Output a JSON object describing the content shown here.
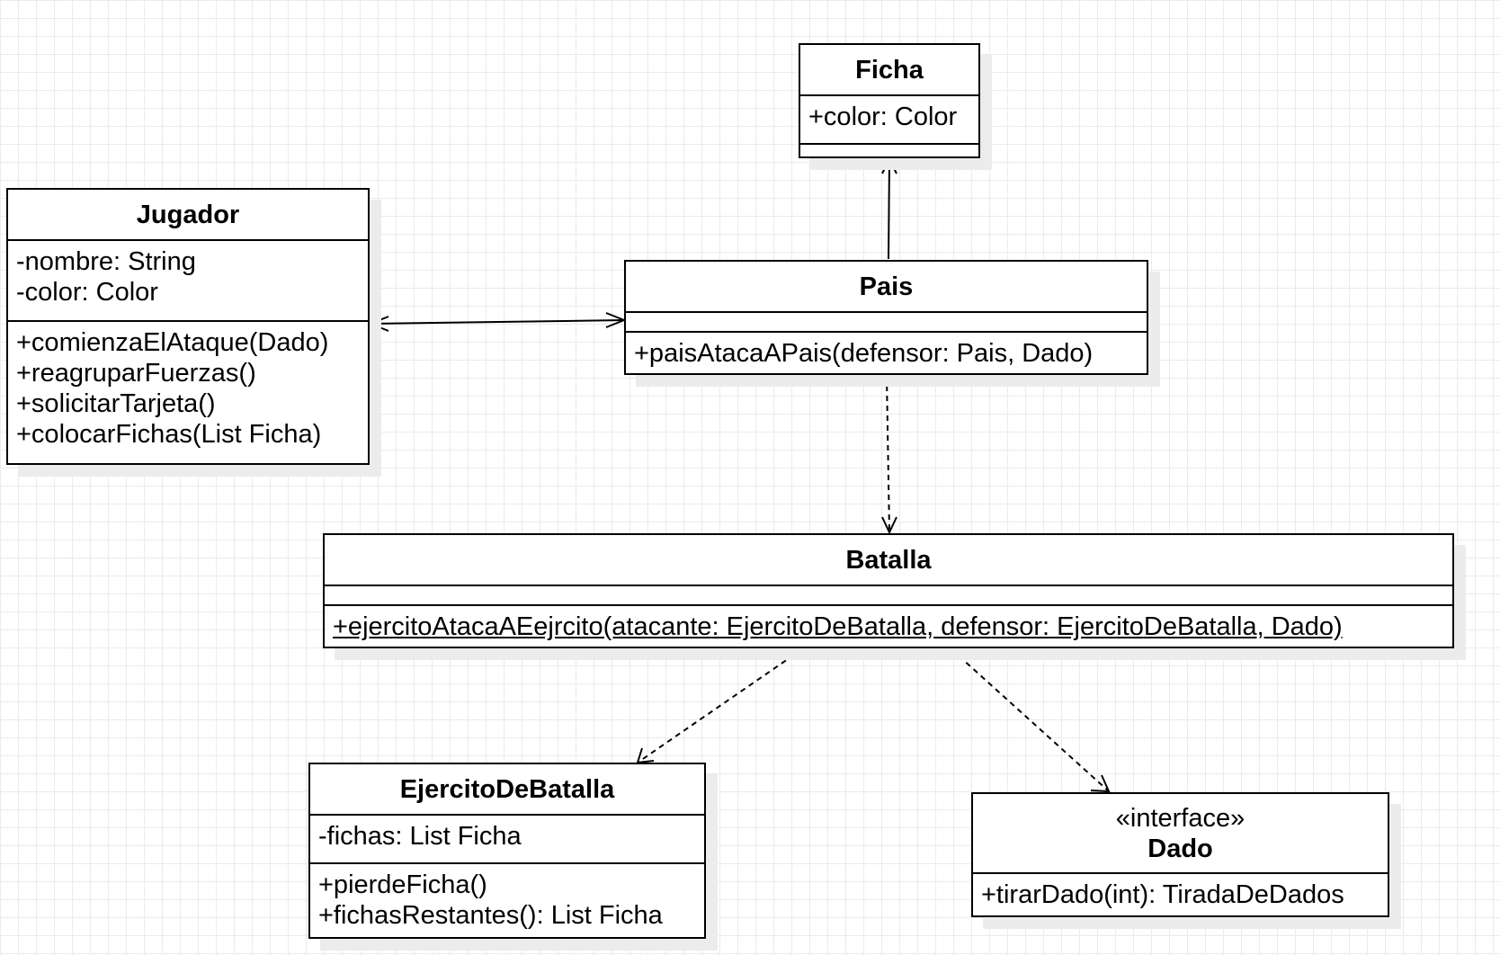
{
  "classes": {
    "ficha": {
      "name": "Ficha",
      "attributes": [
        "+color: Color"
      ],
      "methods": []
    },
    "jugador": {
      "name": "Jugador",
      "attributes": [
        "-nombre: String",
        "-color: Color"
      ],
      "methods": [
        "+comienzaElAtaque(Dado)",
        "+reagruparFuerzas()",
        "+solicitarTarjeta()",
        "+colocarFichas(List Ficha)"
      ]
    },
    "pais": {
      "name": "Pais",
      "attributes": [],
      "methods": [
        "+paisAtacaAPais(defensor: Pais, Dado)"
      ]
    },
    "batalla": {
      "name": "Batalla",
      "attributes": [],
      "methods": [
        "+ejercitoAtacaAEejrcito(atacante: EjercitoDeBatalla, defensor: EjercitoDeBatalla, Dado)"
      ]
    },
    "ejercito": {
      "name": "EjercitoDeBatalla",
      "attributes": [
        "-fichas: List Ficha"
      ],
      "methods": [
        "+pierdeFicha()",
        "+fichasRestantes(): List Ficha"
      ]
    },
    "dado": {
      "stereotype": "«interface»",
      "name": "Dado",
      "methods": [
        "+tirarDado(int): TiradaDeDados"
      ]
    }
  },
  "relationships": [
    {
      "from": "Pais",
      "to": "Ficha",
      "type": "association"
    },
    {
      "from": "Jugador",
      "to": "Pais",
      "type": "bidirectional-association"
    },
    {
      "from": "Pais",
      "to": "Batalla",
      "type": "dependency"
    },
    {
      "from": "Batalla",
      "to": "EjercitoDeBatalla",
      "type": "dependency"
    },
    {
      "from": "Batalla",
      "to": "Dado",
      "type": "dependency"
    }
  ]
}
